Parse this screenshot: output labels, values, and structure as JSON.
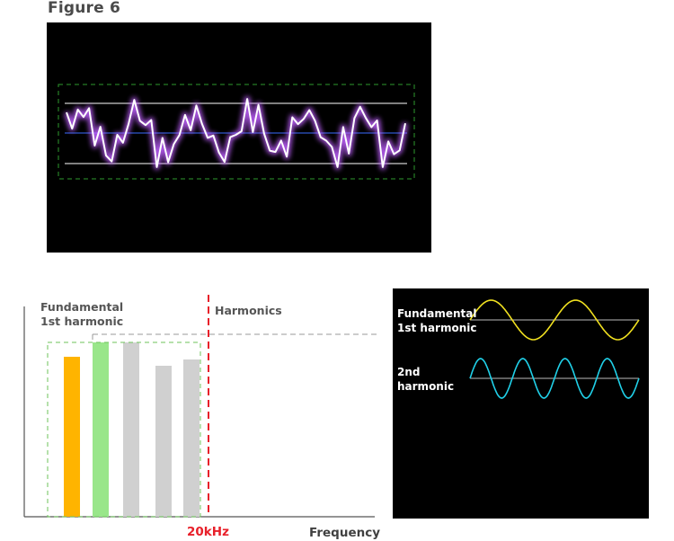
{
  "figure": {
    "title": "Figure 6"
  },
  "oscilloscope": {
    "colors": {
      "background": "#000000",
      "trace": "#ffffff",
      "glow": "#c060ff",
      "reference_lines": "#ffffff",
      "center_line": "#3a6cff",
      "frame": "#2e9a2e"
    }
  },
  "spectrum": {
    "fundamental_label_line1": "Fundamental",
    "fundamental_label_line2": "1st harmonic",
    "harmonics_label": "Harmonics",
    "cutoff_label": "20kHz",
    "x_axis_label": "Frequency",
    "colors": {
      "fundamental_bar": "#ffb400",
      "first_harmonic_bar": "#99e68a",
      "harmonic_bars": "#d0d0d0",
      "cutoff_line": "#e8202a",
      "cutoff_text": "#e8202a",
      "band_box": "#6cc35a",
      "harmonic_range": "#999999",
      "axis": "#555555"
    },
    "bars": [
      {
        "name": "fundamental",
        "level": 0.91
      },
      {
        "name": "1st-harmonic",
        "level": 1.0
      },
      {
        "name": "harmonic-2",
        "level": 1.0
      },
      {
        "name": "harmonic-3",
        "level": 0.87
      },
      {
        "name": "harmonic-4",
        "level": 0.9
      }
    ]
  },
  "waveforms": {
    "fundamental_label_line1": "Fundamental",
    "fundamental_label_line2": "1st harmonic",
    "second_label_line1": "2nd",
    "second_label_line2": "harmonic",
    "colors": {
      "fundamental": "#f0e020",
      "second": "#20d0e8",
      "baseline": "#bbbbbb"
    }
  }
}
